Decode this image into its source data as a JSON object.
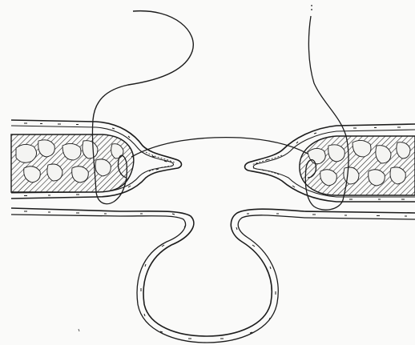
{
  "figure": {
    "colors": {
      "paper": "#fafaf9",
      "ink": "#1c1c1c",
      "tissue_fill": "#e6e6e3",
      "layer_fill": "#f1f1ef"
    },
    "parts": [
      "left-tissue-flap",
      "right-tissue-flap",
      "membrane-loop",
      "left-suture-thread",
      "right-suture-thread",
      "connecting-suture"
    ]
  }
}
